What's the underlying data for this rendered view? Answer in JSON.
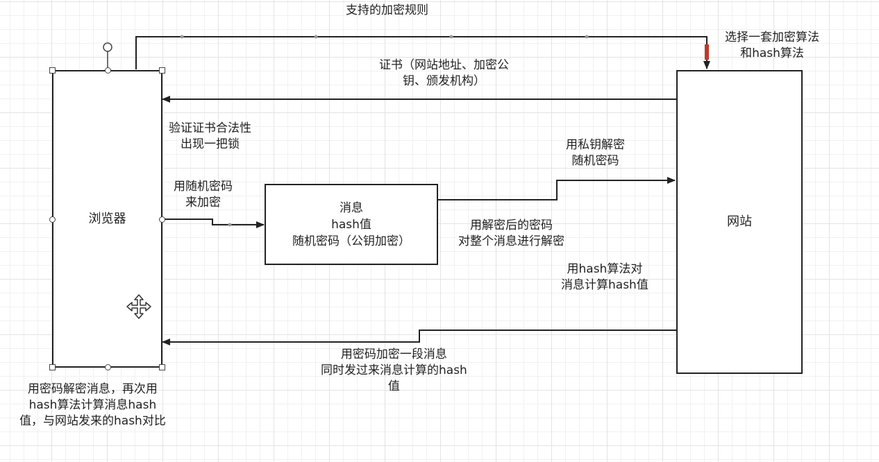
{
  "nodes": {
    "browser": {
      "label": "浏览器"
    },
    "website": {
      "label": "网站"
    },
    "message": {
      "lines": [
        "消息",
        "hash值",
        "随机密码（公钥加密）"
      ]
    }
  },
  "edges": {
    "supported_rules": {
      "lines": [
        "支持的加密规则"
      ]
    },
    "choose_algo": {
      "lines": [
        "选择一套加密算法",
        "和hash算法"
      ]
    },
    "certificate": {
      "lines": [
        "证书（网站地址、加密公",
        "钥、颁发机构）"
      ]
    },
    "verify_cert": {
      "lines": [
        "验证证书合法性",
        "出现一把锁"
      ]
    },
    "encrypt_random": {
      "lines": [
        "用随机密码",
        "来加密"
      ]
    },
    "decrypt_private": {
      "lines": [
        "用私钥解密",
        "随机密码"
      ]
    },
    "decrypt_message": {
      "lines": [
        "用解密后的密码",
        "对整个消息进行解密"
      ]
    },
    "hash_compute": {
      "lines": [
        "用hash算法对",
        "消息计算hash值"
      ]
    },
    "encrypt_segment": {
      "lines": [
        "用密码加密一段消息",
        "同时发过来消息计算的hash",
        "值"
      ]
    },
    "browser_decrypt": {
      "lines": [
        "用密码解密消息，再次用",
        "hash算法计算消息hash",
        "值，与网站发来的hash对比"
      ]
    }
  },
  "icons": {
    "move": "move-cursor-icon",
    "arrowhead": "arrowhead-icon"
  },
  "colors": {
    "stroke": "#222222",
    "grid": "#e3e3e3",
    "accent": "#c0392b"
  }
}
